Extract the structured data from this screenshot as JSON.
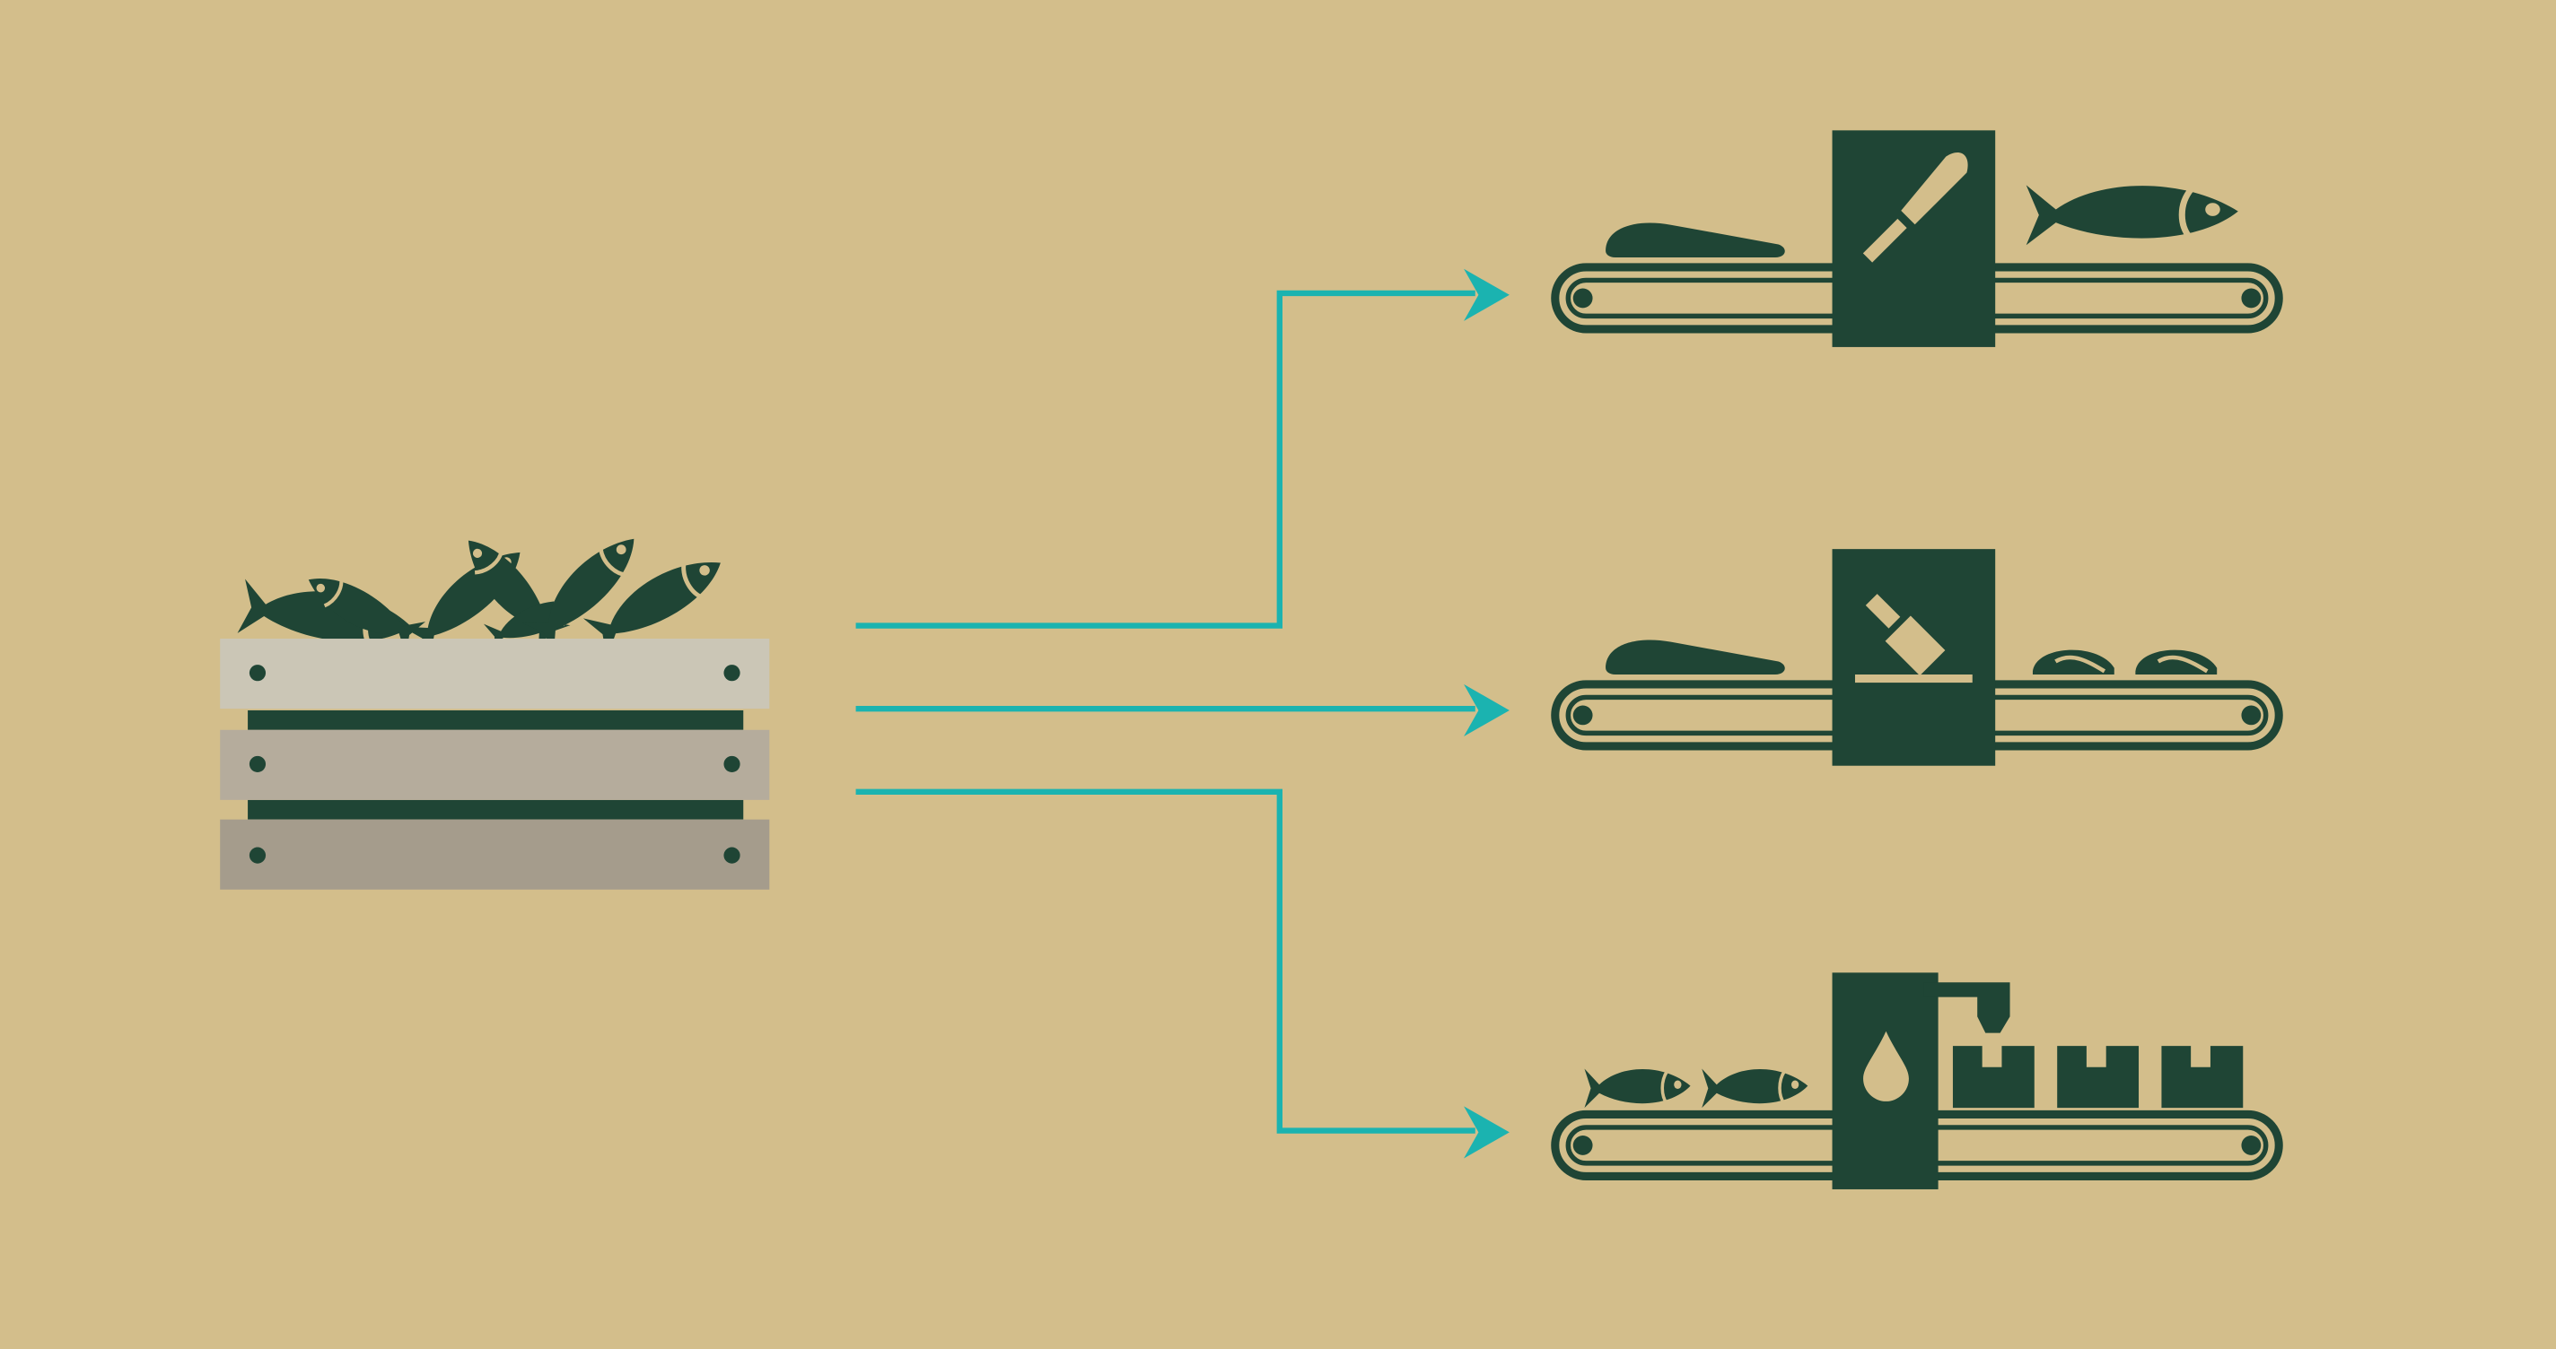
{
  "colors": {
    "background": "#d3be8b",
    "icon_dark_green": "#1f4535",
    "flow_arrow_teal": "#1bb3b0",
    "crate_slat_top": "#cbc6b6",
    "crate_slat_middle": "#b5ac9c",
    "crate_slat_bottom": "#a59c8c"
  },
  "source": {
    "icon": "fish-crate-icon"
  },
  "flows": [
    {
      "icon": "arrow-right-icon",
      "target": "filleting-line"
    },
    {
      "icon": "arrow-right-icon",
      "target": "portioning-line"
    },
    {
      "icon": "arrow-right-icon",
      "target": "canning-line"
    }
  ],
  "lines": [
    {
      "machine_icon": "knife-icon",
      "input_icon": "whole-fish-icon",
      "output_icon": "fillet-icon"
    },
    {
      "machine_icon": "cleaver-icon",
      "input_icon": "fish-piece-icon",
      "output_icon": "fillet-icon"
    },
    {
      "machine_icon": "oil-drop-icon",
      "input_icon": "small-fish-icon",
      "output_icon": "package-icon"
    }
  ]
}
